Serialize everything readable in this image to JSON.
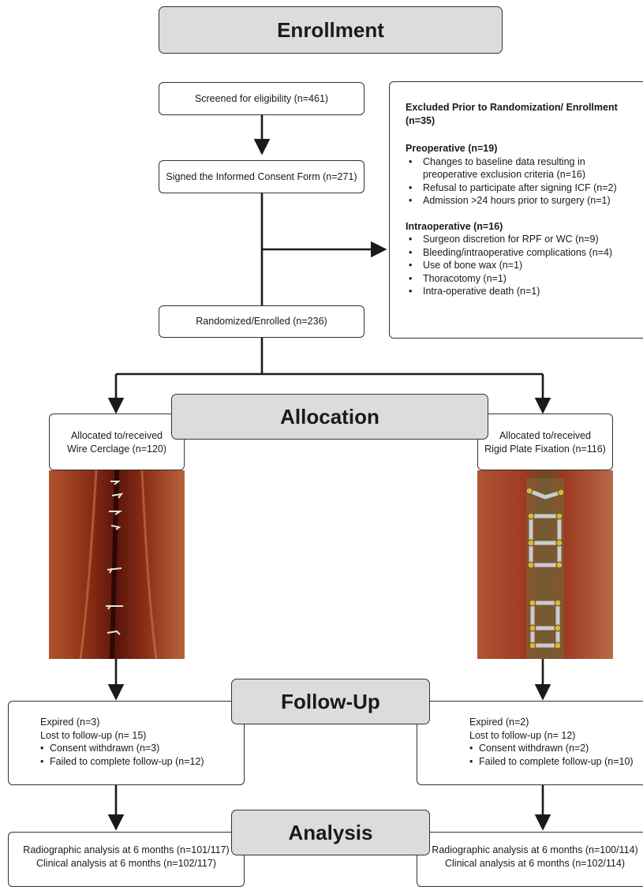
{
  "stages": {
    "enrollment": "Enrollment",
    "allocation": "Allocation",
    "followup": "Follow-Up",
    "analysis": "Analysis"
  },
  "screened": "Screened for eligibility (n=461)",
  "consent": "Signed the Informed Consent Form (n=271)",
  "randomized": "Randomized/Enrolled (n=236)",
  "excluded": {
    "title": "Excluded Prior to Randomization/ Enrollment (n=35)",
    "preop_title": "Preoperative (n=19)",
    "preop_items": [
      "Changes to baseline data resulting in preoperative exclusion criteria (n=16)",
      "Refusal to participate after signing ICF (n=2)",
      "Admission >24 hours prior to surgery (n=1)"
    ],
    "intraop_title": "Intraoperative (n=16)",
    "intraop_items": [
      "Surgeon discretion for RPF or WC (n=9)",
      "Bleeding/intraoperative complications (n=4)",
      "Use of bone wax (n=1)",
      "Thoracotomy (n=1)",
      "Intra-operative death (n=1)"
    ]
  },
  "wc": {
    "alloc_line1": "Allocated to/received",
    "alloc_line2": "Wire Cerclage (n=120)",
    "expired": "Expired (n=3)",
    "lost": "Lost to follow-up (n= 15)",
    "items": [
      "Consent withdrawn (n=3)",
      "Failed to complete follow-up (n=12)"
    ],
    "radio": "Radiographic analysis at 6 months (n=101/117)",
    "clinical": "Clinical analysis at 6 months (n=102/117)"
  },
  "rpf": {
    "alloc_line1": "Allocated to/received",
    "alloc_line2": "Rigid Plate Fixation (n=116)",
    "expired": "Expired (n=2)",
    "lost": "Lost to follow-up (n= 12)",
    "items": [
      "Consent withdrawn (n=2)",
      "Failed to complete follow-up (n=10)"
    ],
    "radio": "Radiographic analysis at 6 months (n=100/114)",
    "clinical": "Clinical analysis at 6 months (n=102/114)"
  }
}
